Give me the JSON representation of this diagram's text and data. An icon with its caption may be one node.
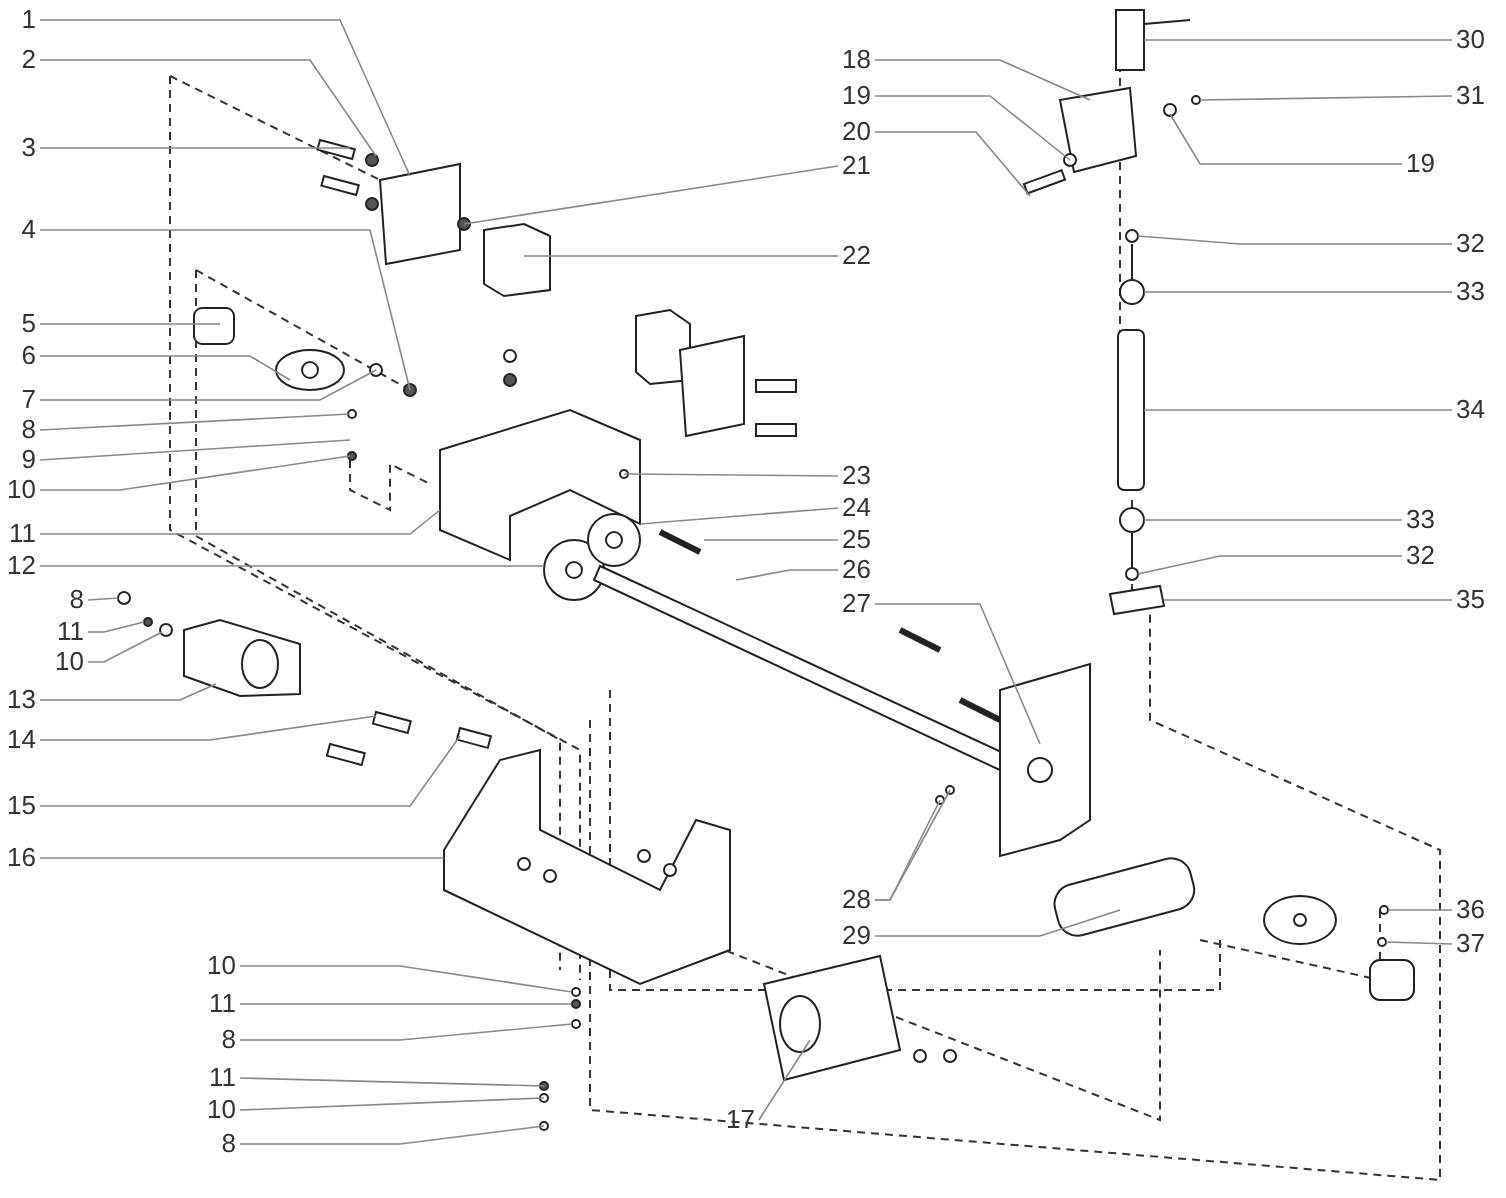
{
  "diagram": {
    "nodes": [
      {
        "text": [
          "1"
        ]
      },
      {
        "text": [
          "2"
        ]
      },
      {
        "text": [
          "3"
        ]
      },
      {
        "text": [
          "4"
        ]
      },
      {
        "text": [
          "5"
        ]
      },
      {
        "text": [
          "6"
        ]
      },
      {
        "text": [
          "7"
        ]
      },
      {
        "text": [
          "8"
        ]
      },
      {
        "text": [
          "9"
        ]
      },
      {
        "text": [
          "10"
        ]
      },
      {
        "text": [
          "11"
        ]
      },
      {
        "text": [
          "12"
        ]
      },
      {
        "text": [
          "8"
        ]
      },
      {
        "text": [
          "11"
        ]
      },
      {
        "text": [
          "10"
        ]
      },
      {
        "text": [
          "13"
        ]
      },
      {
        "text": [
          "14"
        ]
      },
      {
        "text": [
          "15"
        ]
      },
      {
        "text": [
          "16"
        ]
      },
      {
        "text": [
          "10"
        ]
      },
      {
        "text": [
          "11"
        ]
      },
      {
        "text": [
          "8"
        ]
      },
      {
        "text": [
          "11"
        ]
      },
      {
        "text": [
          "10"
        ]
      },
      {
        "text": [
          "8"
        ]
      },
      {
        "text": [
          "17"
        ]
      },
      {
        "text": [
          "18"
        ]
      },
      {
        "text": [
          "19"
        ]
      },
      {
        "text": [
          "20"
        ]
      },
      {
        "text": [
          "21"
        ]
      },
      {
        "text": [
          "22"
        ]
      },
      {
        "text": [
          "23"
        ]
      },
      {
        "text": [
          "24"
        ]
      },
      {
        "text": [
          "25"
        ]
      },
      {
        "text": [
          "26"
        ]
      },
      {
        "text": [
          "27"
        ]
      },
      {
        "text": [
          "28"
        ]
      },
      {
        "text": [
          "29"
        ]
      },
      {
        "text": [
          "30"
        ]
      },
      {
        "text": [
          "31"
        ]
      },
      {
        "text": [
          "19"
        ]
      },
      {
        "text": [
          "32"
        ]
      },
      {
        "text": [
          "33"
        ]
      },
      {
        "text": [
          "34"
        ]
      },
      {
        "text": [
          "33"
        ]
      },
      {
        "text": [
          "32"
        ]
      },
      {
        "text": [
          "35"
        ]
      },
      {
        "text": [
          "36"
        ]
      },
      {
        "text": [
          "37"
        ]
      }
    ],
    "edges": [
      {
        "from": 0,
        "to": null,
        "arrow": "none"
      },
      {
        "from": 1,
        "to": null,
        "arrow": "none"
      },
      {
        "from": 2,
        "to": null,
        "arrow": "none"
      },
      {
        "from": 3,
        "to": null,
        "arrow": "none"
      },
      {
        "from": 4,
        "to": null,
        "arrow": "none"
      },
      {
        "from": 5,
        "to": null,
        "arrow": "none"
      },
      {
        "from": 6,
        "to": null,
        "arrow": "none"
      },
      {
        "from": 7,
        "to": null,
        "arrow": "none"
      },
      {
        "from": 8,
        "to": null,
        "arrow": "none"
      },
      {
        "from": 9,
        "to": null,
        "arrow": "none"
      },
      {
        "from": 10,
        "to": null,
        "arrow": "none"
      },
      {
        "from": 11,
        "to": null,
        "arrow": "none"
      },
      {
        "from": 12,
        "to": null,
        "arrow": "none"
      },
      {
        "from": 13,
        "to": null,
        "arrow": "none"
      },
      {
        "from": 14,
        "to": null,
        "arrow": "none"
      },
      {
        "from": 15,
        "to": null,
        "arrow": "none"
      },
      {
        "from": 16,
        "to": null,
        "arrow": "none"
      },
      {
        "from": 17,
        "to": null,
        "arrow": "none"
      },
      {
        "from": 18,
        "to": null,
        "arrow": "none"
      },
      {
        "from": 19,
        "to": null,
        "arrow": "none"
      },
      {
        "from": 20,
        "to": null,
        "arrow": "none"
      },
      {
        "from": 21,
        "to": null,
        "arrow": "none"
      },
      {
        "from": 22,
        "to": null,
        "arrow": "none"
      },
      {
        "from": 23,
        "to": null,
        "arrow": "none"
      },
      {
        "from": 24,
        "to": null,
        "arrow": "none"
      },
      {
        "from": 25,
        "to": null,
        "arrow": "none"
      },
      {
        "from": 26,
        "to": null,
        "arrow": "none"
      },
      {
        "from": 27,
        "to": null,
        "arrow": "none"
      },
      {
        "from": 28,
        "to": null,
        "arrow": "none"
      },
      {
        "from": 29,
        "to": null,
        "arrow": "none"
      },
      {
        "from": 30,
        "to": null,
        "arrow": "none"
      },
      {
        "from": 31,
        "to": null,
        "arrow": "none"
      },
      {
        "from": 32,
        "to": null,
        "arrow": "none"
      },
      {
        "from": 33,
        "to": null,
        "arrow": "none"
      },
      {
        "from": 34,
        "to": null,
        "arrow": "none"
      },
      {
        "from": 35,
        "to": null,
        "arrow": "none"
      },
      {
        "from": 36,
        "to": null,
        "arrow": "none"
      },
      {
        "from": 36,
        "to": null,
        "arrow": "none"
      },
      {
        "from": 37,
        "to": null,
        "arrow": "none"
      },
      {
        "from": 38,
        "to": null,
        "arrow": "none"
      },
      {
        "from": 39,
        "to": null,
        "arrow": "none"
      },
      {
        "from": 40,
        "to": null,
        "arrow": "none"
      },
      {
        "from": 41,
        "to": null,
        "arrow": "none"
      },
      {
        "from": 42,
        "to": null,
        "arrow": "none"
      },
      {
        "from": 43,
        "to": null,
        "arrow": "none"
      },
      {
        "from": 44,
        "to": null,
        "arrow": "none"
      },
      {
        "from": 45,
        "to": null,
        "arrow": "none"
      },
      {
        "from": 46,
        "to": null,
        "arrow": "none"
      },
      {
        "from": 47,
        "to": null,
        "arrow": "none"
      },
      {
        "from": 48,
        "to": null,
        "arrow": "none"
      }
    ]
  }
}
